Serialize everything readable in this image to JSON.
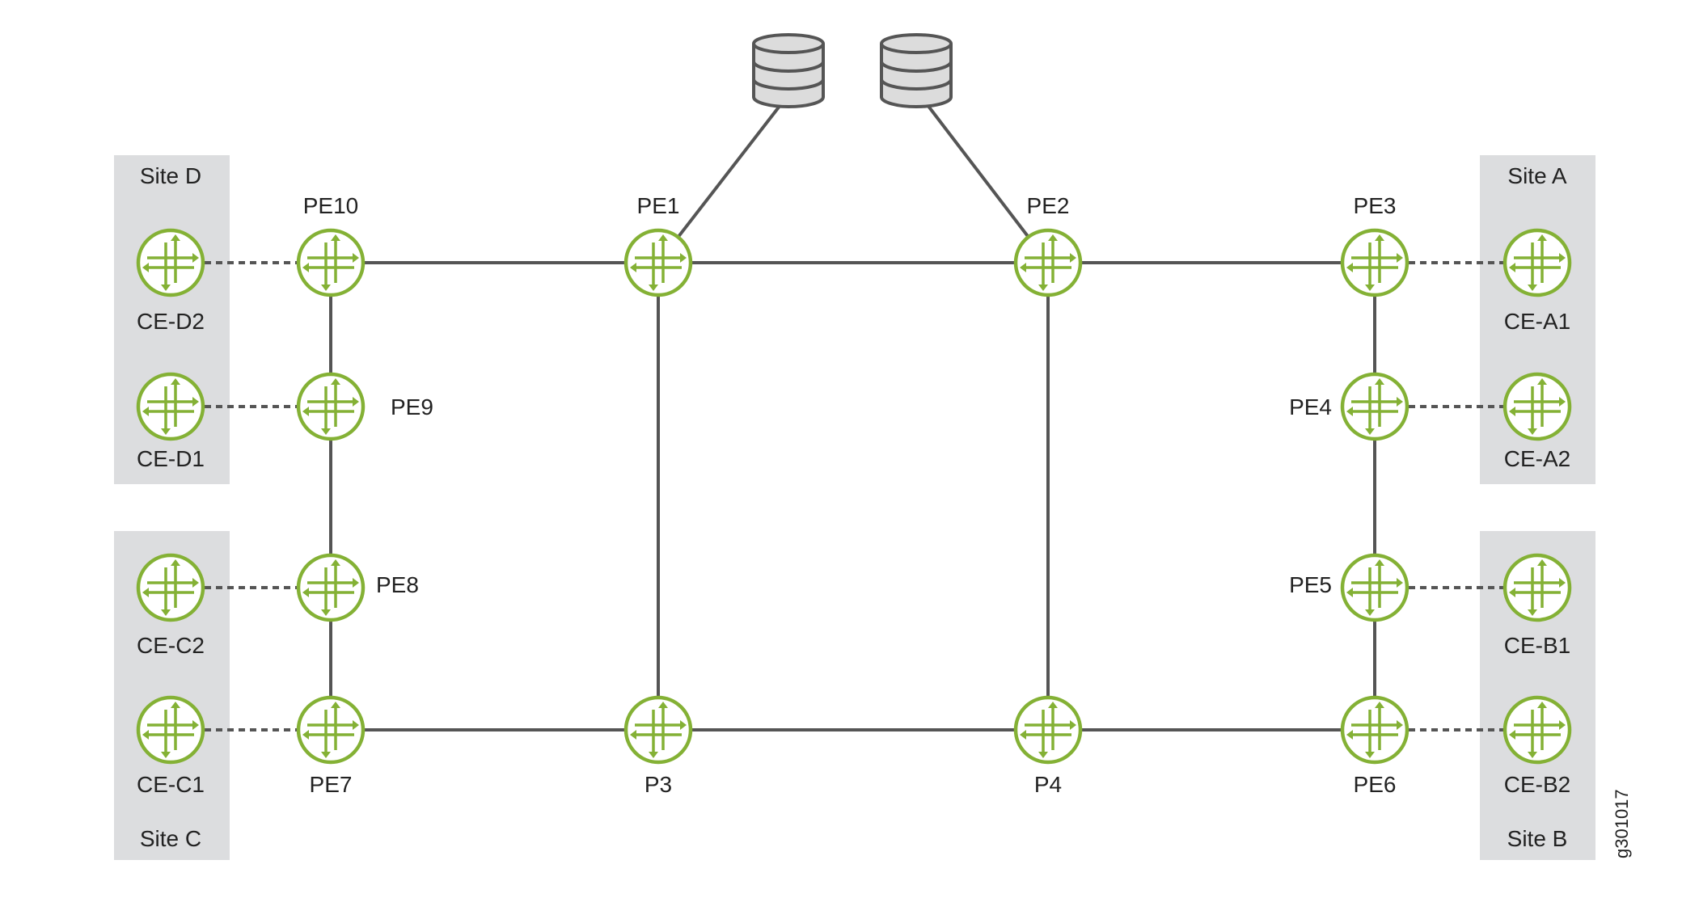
{
  "figure_id": "g301017",
  "colors": {
    "router": "#84b135",
    "link": "#555555",
    "site_box": "#dcdddf",
    "db_fill": "#dcdcdc",
    "db_stroke": "#555555"
  },
  "icons": {
    "router": "router-icon",
    "database": "database-icon"
  },
  "sites": {
    "site_d": "Site D",
    "site_a": "Site A",
    "site_c": "Site C",
    "site_b": "Site B"
  },
  "nodes": {
    "ce_d2": "CE-D2",
    "ce_d1": "CE-D1",
    "ce_c2": "CE-C2",
    "ce_c1": "CE-C1",
    "ce_a1": "CE-A1",
    "ce_a2": "CE-A2",
    "ce_b1": "CE-B1",
    "ce_b2": "CE-B2",
    "pe1": "PE1",
    "pe2": "PE2",
    "pe3": "PE3",
    "pe4": "PE4",
    "pe5": "PE5",
    "pe6": "PE6",
    "pe7": "PE7",
    "pe8": "PE8",
    "pe9": "PE9",
    "pe10": "PE10",
    "p3": "P3",
    "p4": "P4"
  },
  "links": [
    {
      "from": "pe10",
      "to": "pe1",
      "style": "solid"
    },
    {
      "from": "pe1",
      "to": "pe2",
      "style": "solid"
    },
    {
      "from": "pe2",
      "to": "pe3",
      "style": "solid"
    },
    {
      "from": "pe10",
      "to": "pe9",
      "style": "solid"
    },
    {
      "from": "pe9",
      "to": "pe8",
      "style": "solid"
    },
    {
      "from": "pe8",
      "to": "pe7",
      "style": "solid"
    },
    {
      "from": "pe7",
      "to": "p3",
      "style": "solid"
    },
    {
      "from": "p3",
      "to": "p4",
      "style": "solid"
    },
    {
      "from": "p4",
      "to": "pe6",
      "style": "solid"
    },
    {
      "from": "pe3",
      "to": "pe4",
      "style": "solid"
    },
    {
      "from": "pe4",
      "to": "pe5",
      "style": "solid"
    },
    {
      "from": "pe5",
      "to": "pe6",
      "style": "solid"
    },
    {
      "from": "pe1",
      "to": "p3",
      "style": "solid"
    },
    {
      "from": "pe2",
      "to": "p4",
      "style": "solid"
    },
    {
      "from": "ce_d2",
      "to": "pe10",
      "style": "dashed"
    },
    {
      "from": "ce_d1",
      "to": "pe9",
      "style": "dashed"
    },
    {
      "from": "ce_c2",
      "to": "pe8",
      "style": "dashed"
    },
    {
      "from": "ce_c1",
      "to": "pe7",
      "style": "dashed"
    },
    {
      "from": "pe3",
      "to": "ce_a1",
      "style": "dashed"
    },
    {
      "from": "pe4",
      "to": "ce_a2",
      "style": "dashed"
    },
    {
      "from": "pe5",
      "to": "ce_b1",
      "style": "dashed"
    },
    {
      "from": "pe6",
      "to": "ce_b2",
      "style": "dashed"
    },
    {
      "from": "pe1",
      "to": "db1",
      "style": "solid"
    },
    {
      "from": "pe2",
      "to": "db2",
      "style": "solid"
    }
  ]
}
